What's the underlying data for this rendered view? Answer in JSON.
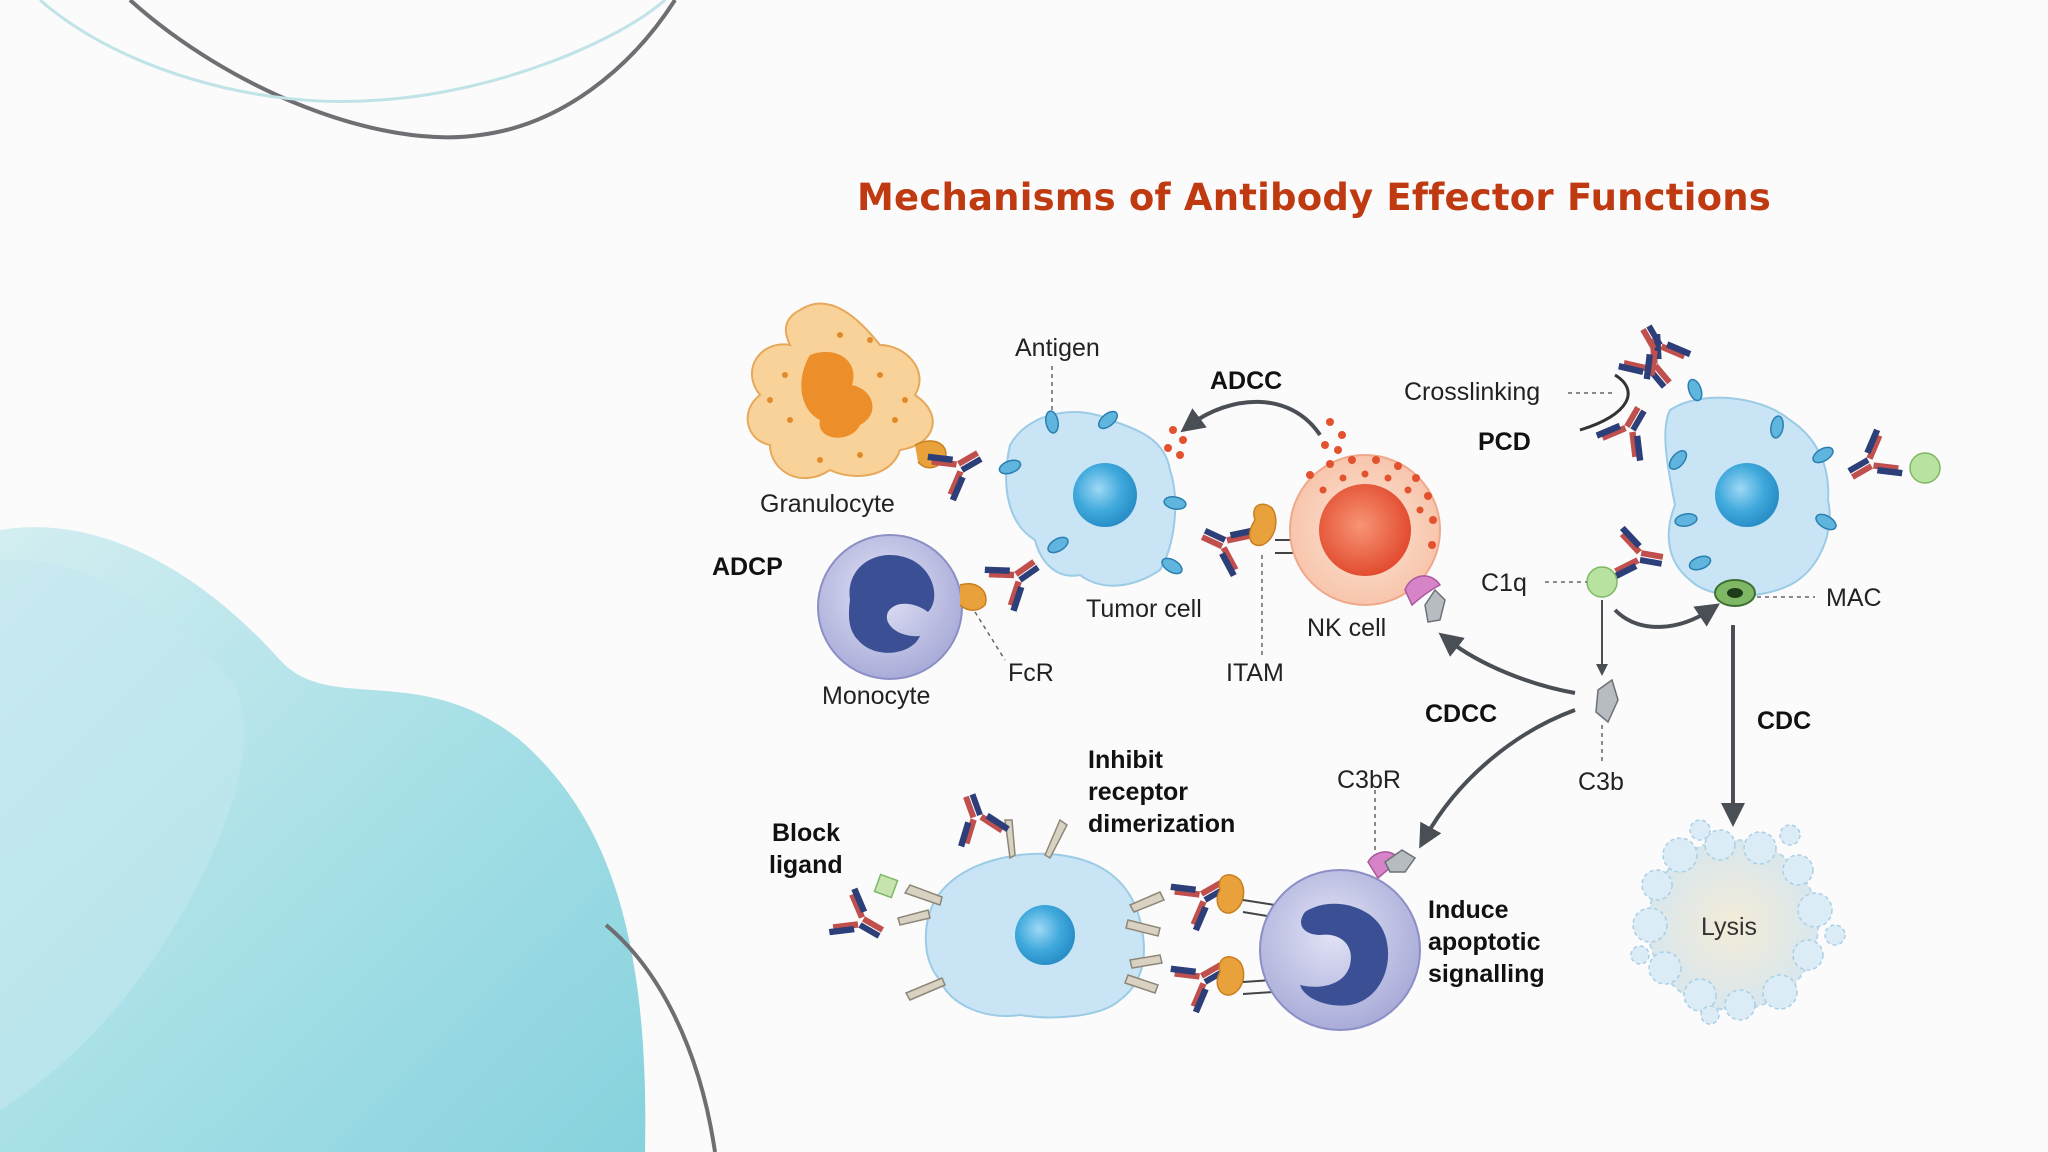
{
  "slide": {
    "title": "Mechanisms of Antibody Effector Functions"
  },
  "labels": {
    "antigen": "Antigen",
    "adcc": "ADCC",
    "crosslinking": "Crosslinking",
    "pcd": "PCD",
    "granulocyte": "Granulocyte",
    "adcp": "ADCP",
    "tumor_cell": "Tumor cell",
    "nk_cell": "NK cell",
    "c1q": "C1q",
    "mac": "MAC",
    "monocyte": "Monocyte",
    "fcr": "FcR",
    "itam": "ITAM",
    "cdcc": "CDCC",
    "cdc": "CDC",
    "c3b": "C3b",
    "c3br": "C3bR",
    "inhibit_1": "Inhibit",
    "inhibit_2": "receptor",
    "inhibit_3": "dimerization",
    "block_1": "Block",
    "block_2": "ligand",
    "induce_1": "Induce",
    "induce_2": "apoptotic",
    "induce_3": "signalling",
    "lysis": "Lysis"
  },
  "colors": {
    "title": "#bf3a10",
    "teal_blob": "#8dd3de",
    "cell_fill": "#c9e5f5",
    "nucleus": "#3fa9dc",
    "antibody_red": "#c0504d",
    "antibody_navy": "#2c3f78",
    "receptor_orange": "#e9a13b"
  }
}
